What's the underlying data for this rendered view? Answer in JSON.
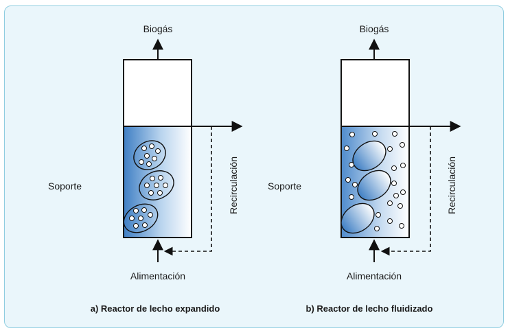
{
  "left": {
    "gas_label": "Biogás",
    "support_label": "Soporte",
    "recirculation_label": "Recirculación",
    "feed_label": "Alimentación",
    "caption": "a) Reactor de lecho expandido"
  },
  "right": {
    "gas_label": "Biogás",
    "support_label": "Soporte",
    "recirculation_label": "Recirculación",
    "feed_label": "Alimentación",
    "caption": "b) Reactor de lecho fluidizado"
  },
  "colors": {
    "panel_background": "#eaf6fb",
    "panel_border": "#8fcde0",
    "bed_gradient_dark": "#3f7fc4",
    "bed_gradient_light": "#ffffff",
    "line": "#111111"
  }
}
